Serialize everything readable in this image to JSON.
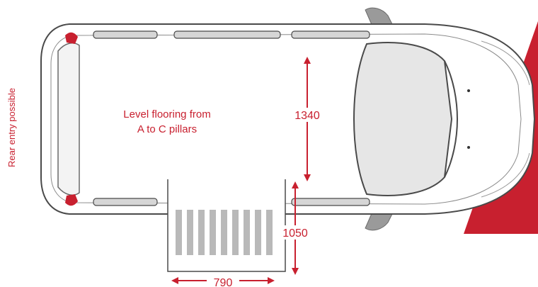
{
  "labels": {
    "side_note": "Rear entry possible",
    "floor_note_line1": "Level flooring from",
    "floor_note_line2": "A to C pillars"
  },
  "dimensions": {
    "interior_width": "1340",
    "door_opening_height": "1050",
    "door_opening_width": "790"
  },
  "colors": {
    "accent_red": "#c8202f",
    "outline": "#4a4a4a",
    "glass": "#e6e6e6",
    "ramp_stripe": "#b9b9b9"
  }
}
